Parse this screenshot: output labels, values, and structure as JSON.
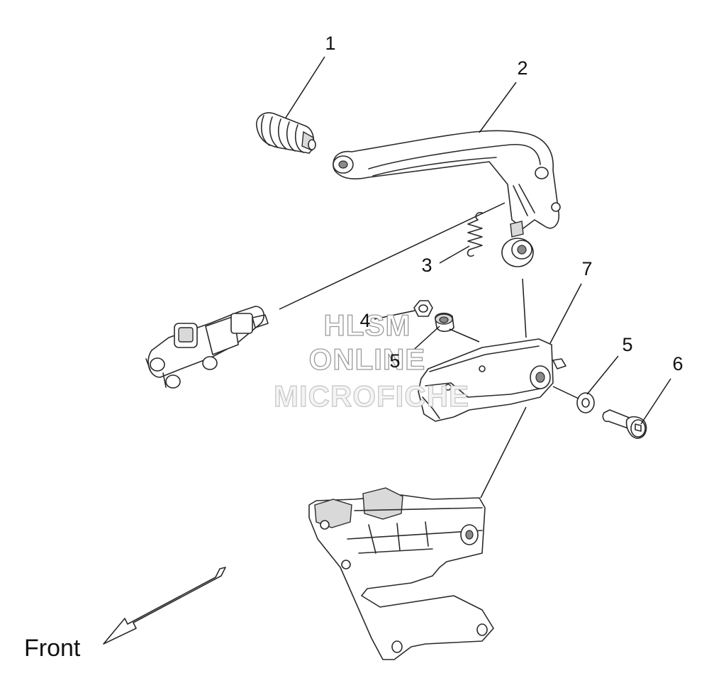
{
  "callouts": [
    {
      "id": "1",
      "label": "1"
    },
    {
      "id": "2",
      "label": "2"
    },
    {
      "id": "3",
      "label": "3"
    },
    {
      "id": "4",
      "label": "4"
    },
    {
      "id": "5a",
      "label": "5"
    },
    {
      "id": "5b",
      "label": "5"
    },
    {
      "id": "6",
      "label": "6"
    },
    {
      "id": "7",
      "label": "7"
    }
  ],
  "direction_label": "Front",
  "watermark": {
    "line1": "HLSM",
    "line2": "ONLINE",
    "line3": "MICROFICHE"
  }
}
